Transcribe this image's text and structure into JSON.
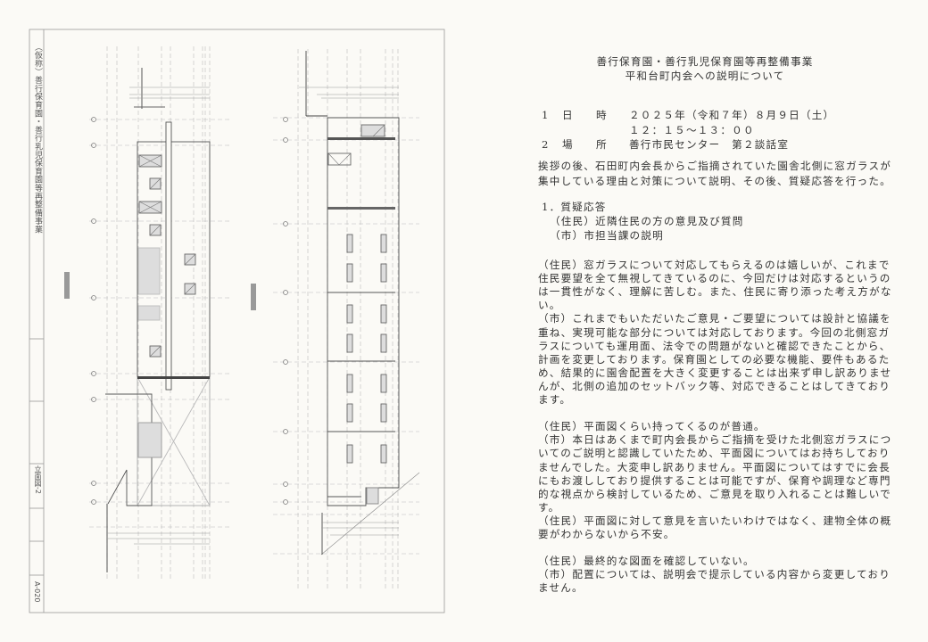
{
  "drawing": {
    "project_title": "（仮称）善行保育園・善行乳児保育園等再整備事業",
    "sheet_name": "立面図-2",
    "sheet_number": "A-020"
  },
  "document": {
    "title_line1": "善行保育園・善行乳児保育園等再整備事業",
    "title_line2": "平和台町内会への説明について",
    "info": [
      {
        "num": "1",
        "label_a": "日",
        "label_b": "時",
        "value": "２０２５年（令和７年）８月９日（土）",
        "value2": "１２：１５～１３：００"
      },
      {
        "num": "2",
        "label_a": "場",
        "label_b": "所",
        "value": "善行市民センター　第２談話室"
      }
    ],
    "intro": [
      "挨拶の後、石田町内会長からご指摘されていた園舎北側に窓ガラスが",
      "集中している理由と対策について説明、その後、質疑応答を行った。"
    ],
    "section_heading": "1．質疑応答",
    "legend": [
      "（住民）近隣住民の方の意見及び質問",
      "（市）市担当課の説明"
    ],
    "qa_lines": [
      "（住民）窓ガラスについて対応してもらえるのは嬉しいが、これまで",
      "住民要望を全て無視してきているのに、今回だけは対応するというの",
      "は一貫性がなく、理解に苦しむ。また、住民に寄り添った考え方がな",
      "い。",
      "（市）これまでもいただいたご意見・ご要望については設計と協議を",
      "重ね、実現可能な部分については対応しております。今回の北側窓ガ",
      "ラスについても運用面、法令での問題がないと確認できたことから、",
      "計画を変更しております。保育園としての必要な機能、要件もあるた",
      "め、結果的に園舎配置を大きく変更することは出来ず申し訳ありませ",
      "んが、北側の追加のセットバック等、対応できることはしてきており",
      "ます。",
      "",
      "（住民）平面図くらい持ってくるのが普通。",
      "（市）本日はあくまで町内会長からご指摘を受けた北側窓ガラスにつ",
      "いてのご説明と認識していたため、平面図についてはお持ちしており",
      "ませんでした。大変申し訳ありません。平面図についてはすでに会長",
      "にもお渡ししており提供することは可能ですが、保育や調理など専門",
      "的な視点から検討しているため、ご意見を取り入れることは難しいで",
      "す。",
      "（住民）平面図に対して意見を言いたいわけではなく、建物全体の概",
      "要がわからないから不安。",
      "",
      "（住民）最終的な図面を確認していない。",
      "（市）配置については、説明会で提示している内容から変更しており",
      "ません。"
    ]
  }
}
